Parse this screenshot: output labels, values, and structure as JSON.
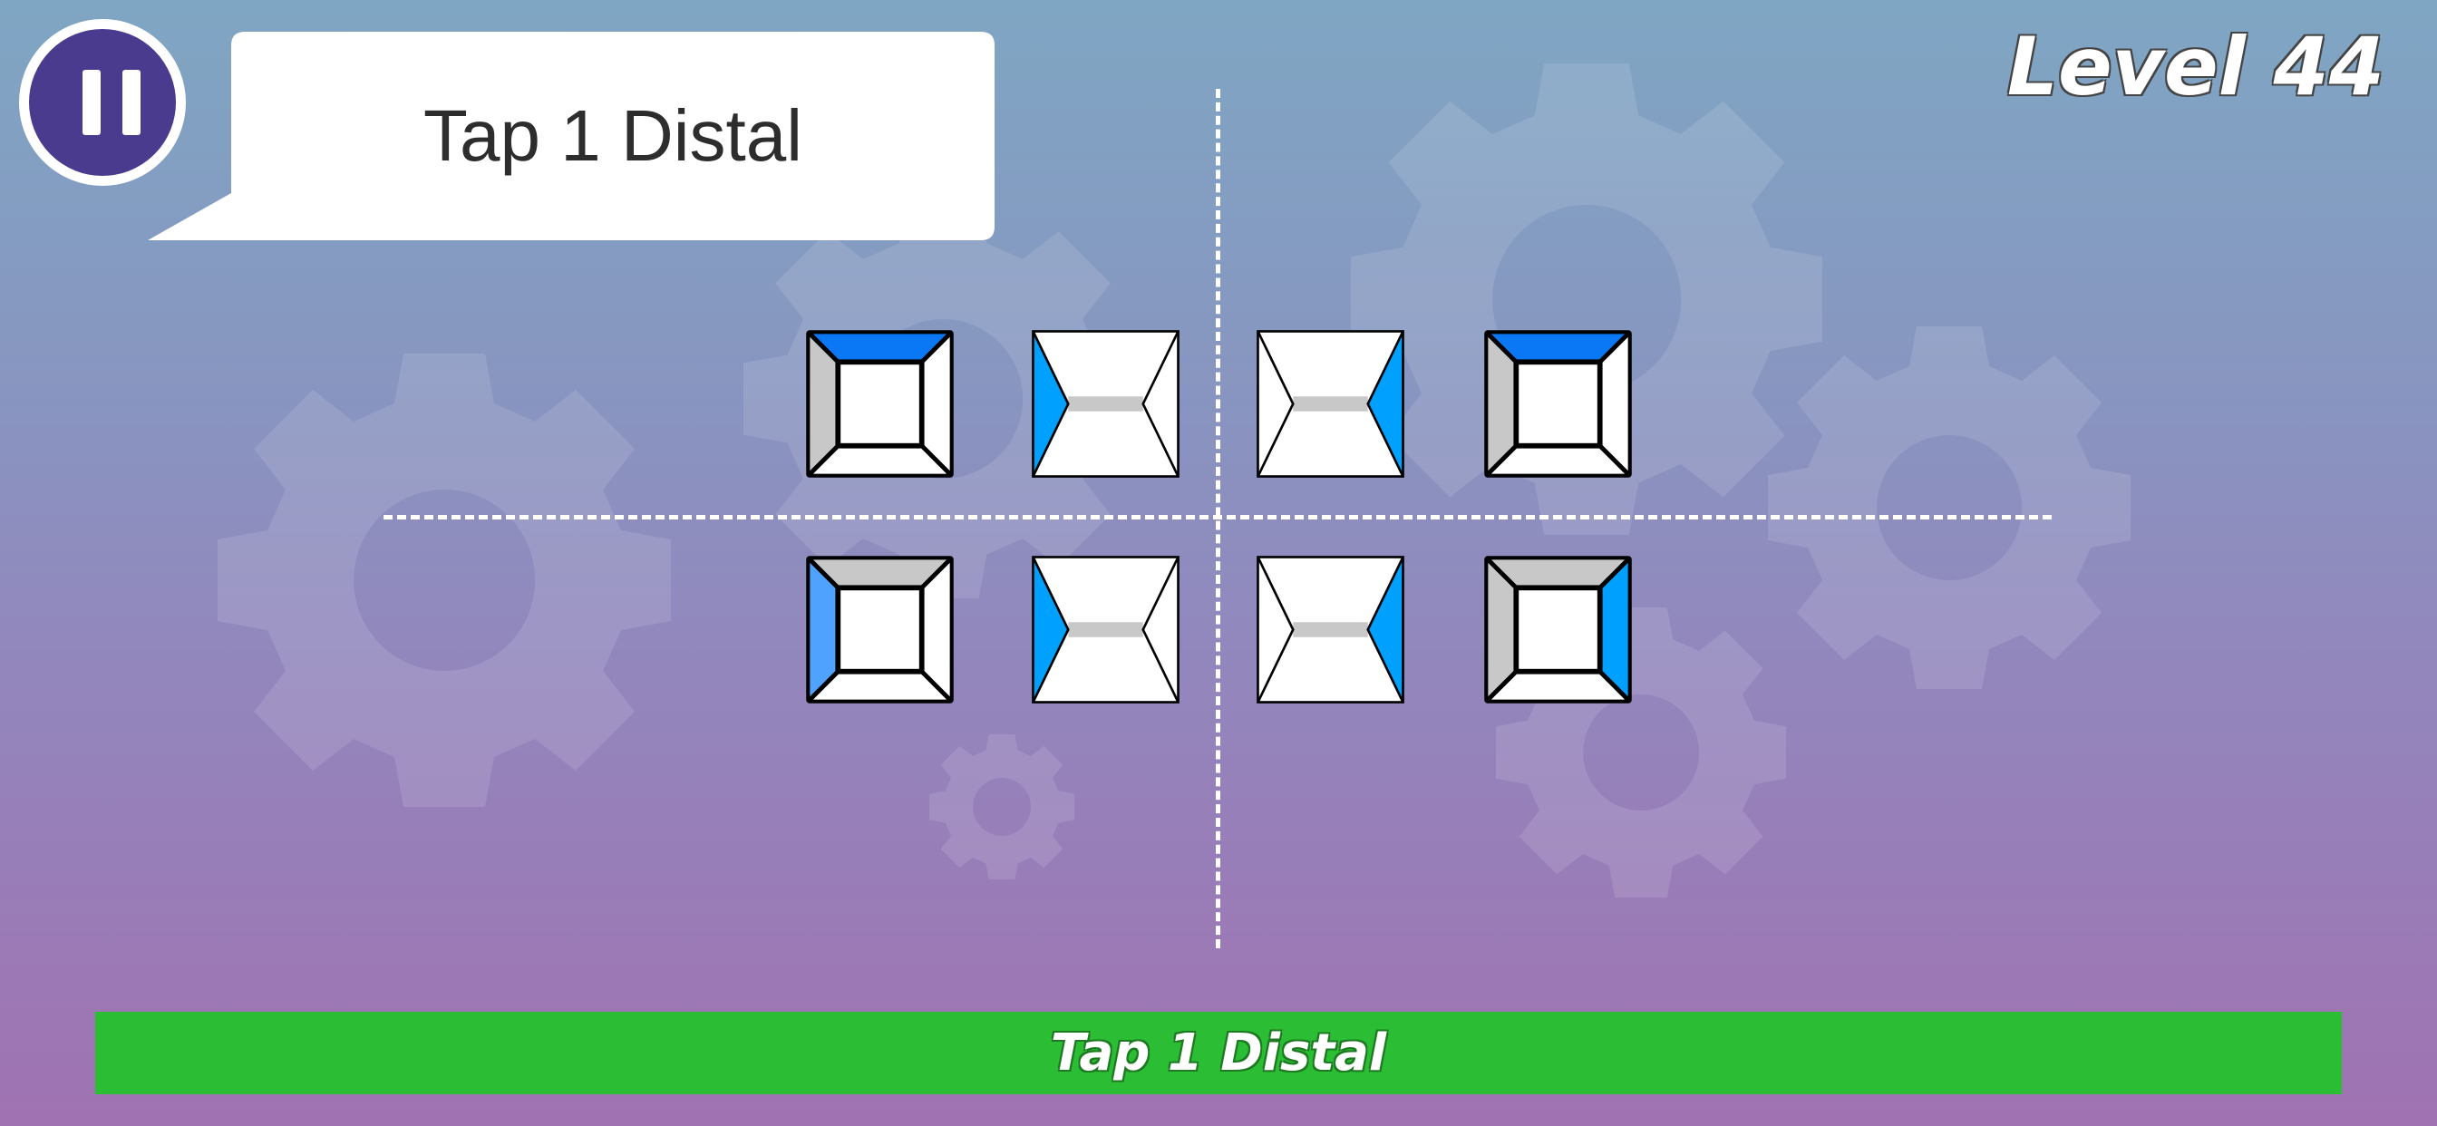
{
  "header": {
    "instruction": "Tap 1 Distal",
    "level": "Level 44"
  },
  "footer": {
    "prompt": "Tap 1 Distal"
  },
  "colors": {
    "accent_blue": "#0a78f5",
    "cyan_blue": "#00a0ff",
    "light_blue": "#50a2ff",
    "gray": "#c8c8c8",
    "white": "#ffffff",
    "pause_bg": "#4b3b8e",
    "bar_green": "#2bbd33"
  },
  "tiles": [
    {
      "type": "frame",
      "top": "#0a78f5",
      "left": "#c8c8c8",
      "right": "#ffffff",
      "bottom": "#ffffff"
    },
    {
      "type": "bowtie",
      "left": "#00a0ff",
      "right": "#ffffff"
    },
    {
      "type": "bowtie",
      "left": "#ffffff",
      "right": "#00a0ff"
    },
    {
      "type": "frame",
      "top": "#0a78f5",
      "left": "#c8c8c8",
      "right": "#ffffff",
      "bottom": "#ffffff"
    },
    {
      "type": "frame",
      "top": "#c8c8c8",
      "left": "#50a2ff",
      "right": "#ffffff",
      "bottom": "#ffffff"
    },
    {
      "type": "bowtie",
      "left": "#00a0ff",
      "right": "#ffffff"
    },
    {
      "type": "bowtie",
      "left": "#ffffff",
      "right": "#00a0ff"
    },
    {
      "type": "frame",
      "top": "#c8c8c8",
      "left": "#c8c8c8",
      "right": "#00a0ff",
      "bottom": "#ffffff"
    }
  ]
}
